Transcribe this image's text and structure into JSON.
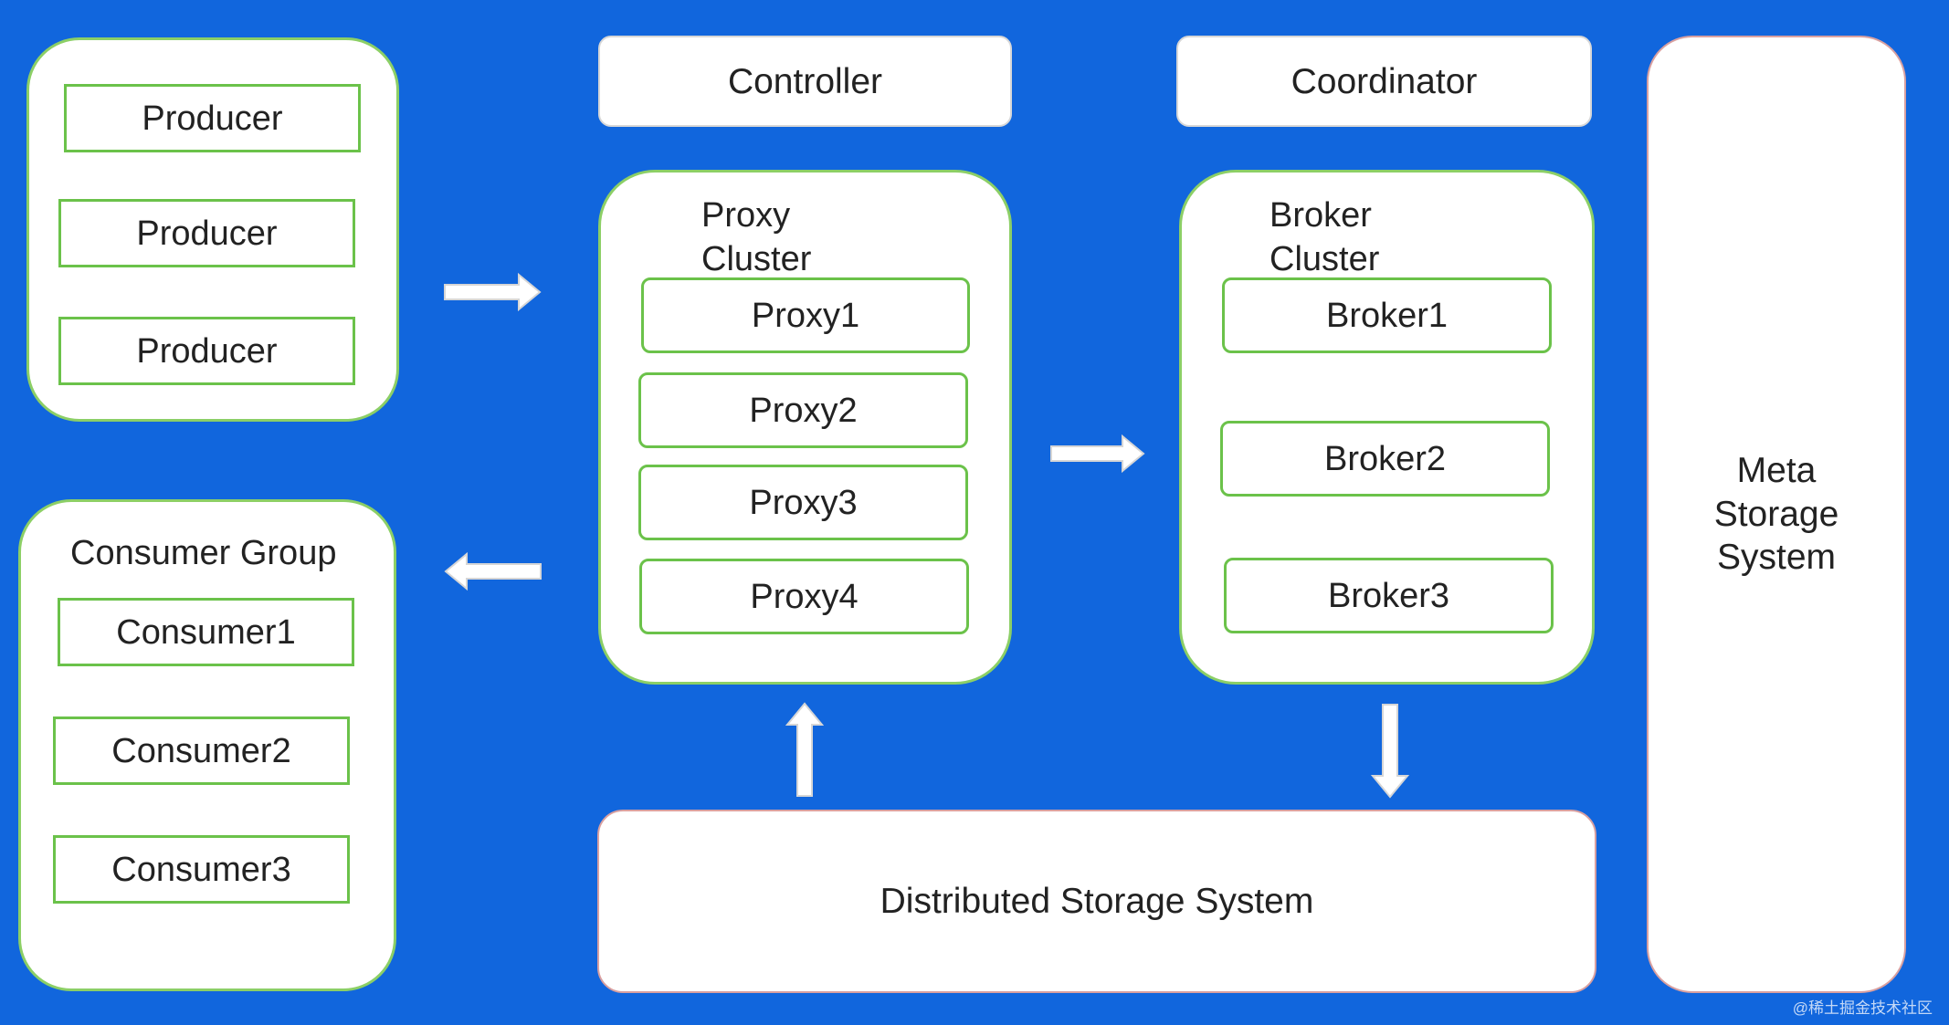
{
  "producers": [
    "Producer",
    "Producer",
    "Producer"
  ],
  "consumer_group": {
    "title": "Consumer Group",
    "consumers": [
      "Consumer1",
      "Consumer2",
      "Consumer3"
    ]
  },
  "controller": "Controller",
  "coordinator": "Coordinator",
  "proxy_cluster": {
    "title": "Proxy\nCluster",
    "items": [
      "Proxy1",
      "Proxy2",
      "Proxy3",
      "Proxy4"
    ]
  },
  "broker_cluster": {
    "title": "Broker\nCluster",
    "items": [
      "Broker1",
      "Broker2",
      "Broker3"
    ]
  },
  "distributed_storage": "Distributed Storage System",
  "meta_storage": "Meta\nStorage\nSystem",
  "watermark": "@稀土掘金技术社区",
  "colors": {
    "background": "#1166dd",
    "node_fill": "#ffffff",
    "node_border": "#6bc24a",
    "arrow": "#ffffff"
  }
}
